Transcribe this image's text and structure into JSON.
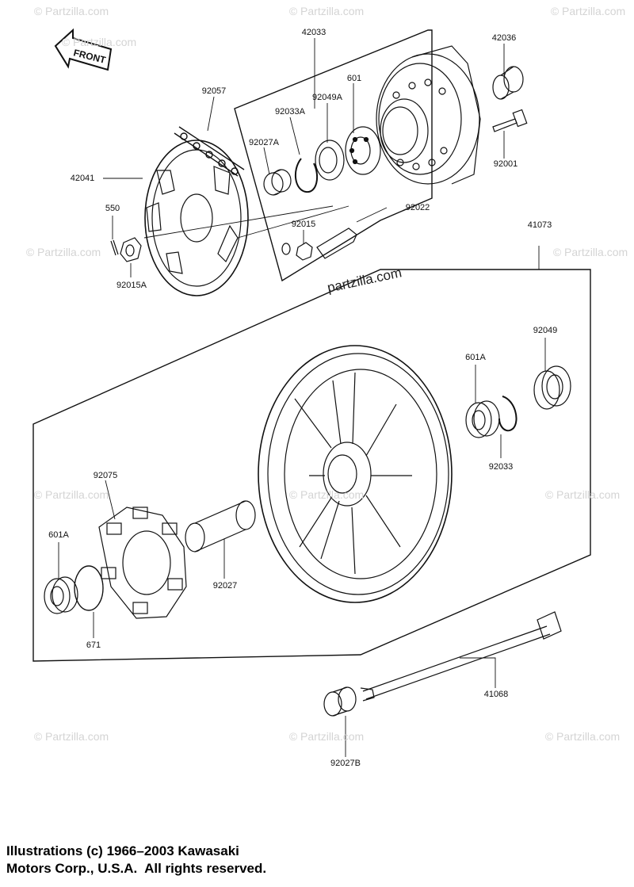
{
  "front_label": "FRONT",
  "watermark": "© Partzilla.com",
  "watermark_main": "partzilla.com",
  "copyright_line1": "Illustrations (c) 1966–2003 Kawasaki",
  "copyright_line2": "Motors Corp., U.S.A.  All rights reserved.",
  "callouts": {
    "c42033": "42033",
    "c42036": "42036",
    "c92057": "92057",
    "c601": "601",
    "c92049A": "92049A",
    "c92033A": "92033A",
    "c92027A": "92027A",
    "c92001": "92001",
    "c42041": "42041",
    "c550": "550",
    "c92015": "92015",
    "c92022": "92022",
    "c92015A": "92015A",
    "c41073": "41073",
    "c92049": "92049",
    "c601A_r": "601A",
    "c92033": "92033",
    "c92075": "92075",
    "c601A_l": "601A",
    "c92027": "92027",
    "c671": "671",
    "c41068": "41068",
    "c92027B": "92027B"
  },
  "colors": {
    "ink": "#111111",
    "watermark": "#d4d4d4"
  }
}
